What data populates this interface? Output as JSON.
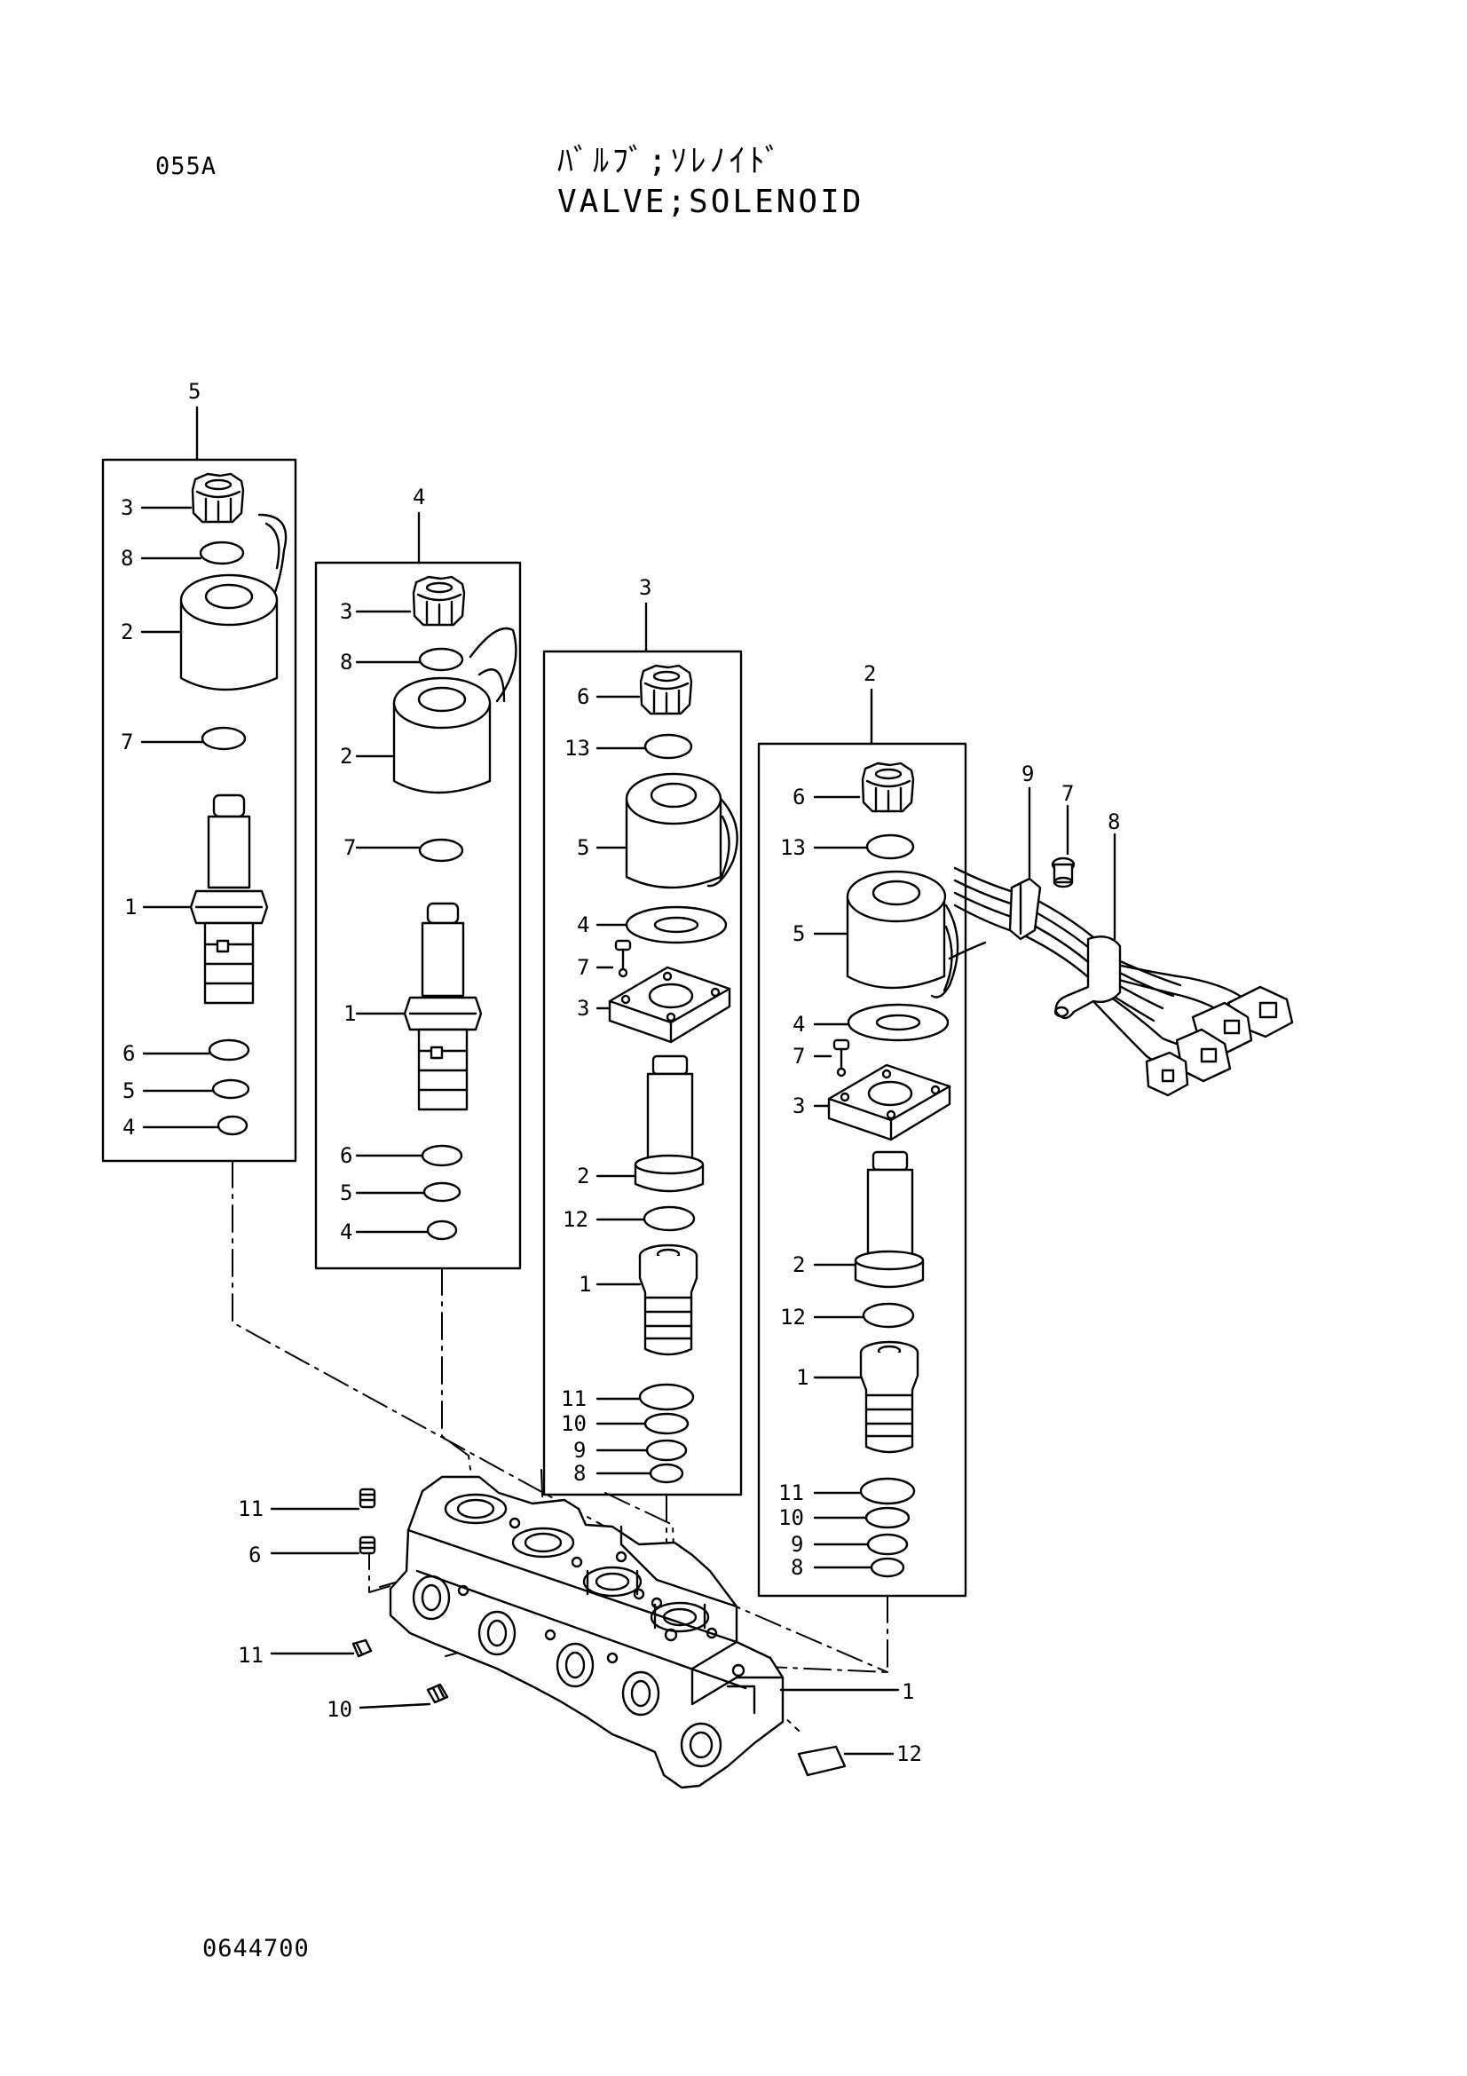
{
  "header": {
    "page_code": "055A",
    "title_jp": "ﾊﾞﾙﾌﾞ;ｿﾚﾉｲﾄﾞ",
    "title_en": "VALVE;SOLENOID"
  },
  "footer": {
    "drawing_number": "0644700"
  },
  "assembly_5": {
    "callout": "5",
    "parts": [
      {
        "n": "3",
        "name": "nut"
      },
      {
        "n": "8",
        "name": "o-ring"
      },
      {
        "n": "2",
        "name": "coil"
      },
      {
        "n": "7",
        "name": "o-ring"
      },
      {
        "n": "1",
        "name": "cartridge"
      },
      {
        "n": "6",
        "name": "o-ring"
      },
      {
        "n": "5",
        "name": "o-ring"
      },
      {
        "n": "4",
        "name": "o-ring"
      }
    ]
  },
  "assembly_4": {
    "callout": "4",
    "parts": [
      {
        "n": "3",
        "name": "nut"
      },
      {
        "n": "8",
        "name": "o-ring"
      },
      {
        "n": "2",
        "name": "coil"
      },
      {
        "n": "7",
        "name": "o-ring"
      },
      {
        "n": "1",
        "name": "cartridge"
      },
      {
        "n": "6",
        "name": "o-ring"
      },
      {
        "n": "5",
        "name": "o-ring"
      },
      {
        "n": "4",
        "name": "o-ring"
      }
    ]
  },
  "assembly_3": {
    "callout": "3",
    "parts": [
      {
        "n": "6",
        "name": "nut"
      },
      {
        "n": "13",
        "name": "o-ring"
      },
      {
        "n": "5",
        "name": "coil"
      },
      {
        "n": "4",
        "name": "washer"
      },
      {
        "n": "7",
        "name": "screw"
      },
      {
        "n": "3",
        "name": "plate"
      },
      {
        "n": "2",
        "name": "tube"
      },
      {
        "n": "12",
        "name": "o-ring"
      },
      {
        "n": "1",
        "name": "spool"
      },
      {
        "n": "11",
        "name": "o-ring"
      },
      {
        "n": "10",
        "name": "ring"
      },
      {
        "n": "9",
        "name": "ring"
      },
      {
        "n": "8",
        "name": "ring"
      }
    ]
  },
  "assembly_2": {
    "callout": "2",
    "parts": [
      {
        "n": "6",
        "name": "nut"
      },
      {
        "n": "13",
        "name": "o-ring"
      },
      {
        "n": "5",
        "name": "coil"
      },
      {
        "n": "4",
        "name": "washer"
      },
      {
        "n": "7",
        "name": "screw"
      },
      {
        "n": "3",
        "name": "plate"
      },
      {
        "n": "2",
        "name": "tube"
      },
      {
        "n": "12",
        "name": "o-ring"
      },
      {
        "n": "1",
        "name": "spool"
      },
      {
        "n": "11",
        "name": "o-ring"
      },
      {
        "n": "10",
        "name": "ring"
      },
      {
        "n": "9",
        "name": "ring"
      },
      {
        "n": "8",
        "name": "ring"
      }
    ]
  },
  "harness": {
    "clamp": "9",
    "screw": "7",
    "wiring": "8"
  },
  "valve_body": {
    "body": "1",
    "plug_top": "11",
    "plug_top_lower": "6",
    "plug_side": "11",
    "plug_side_lower": "10",
    "nameplate": "12"
  }
}
